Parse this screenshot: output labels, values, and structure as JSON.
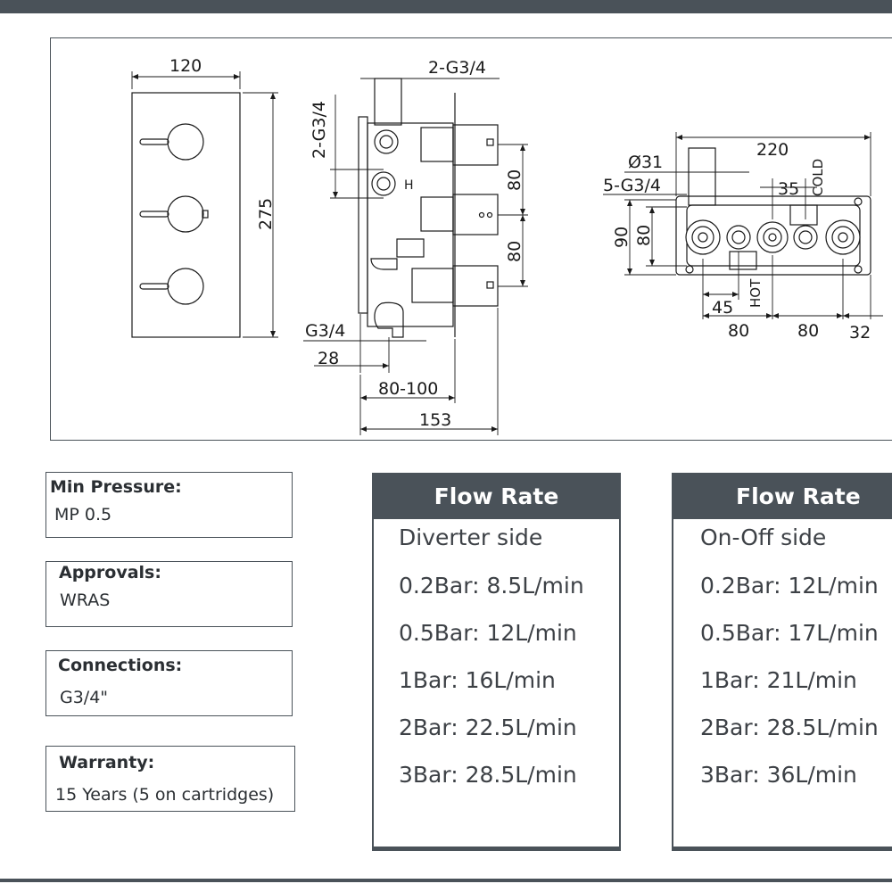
{
  "drawing": {
    "front_view": {
      "width_dim": "120",
      "height_dim": "275"
    },
    "side_view": {
      "top_connection": "2-G3/4",
      "side_connection": "2-G3/4",
      "spacing_upper": "80",
      "spacing_lower": "80",
      "bottom_connection": "G3/4",
      "outlet_offset": "28",
      "depth_range": "80-100",
      "overall_depth": "153"
    },
    "rear_view": {
      "overall_width": "220",
      "pipe_diameter": "Ø31",
      "connections": "5-G3/4",
      "inner_spacing": "35",
      "cold_label": "COLD",
      "hot_label": "HOT",
      "height_outer": "90",
      "height_inner": "80",
      "offset_left": "45",
      "spacing_1": "80",
      "spacing_2": "80",
      "offset_right": "32"
    }
  },
  "specs": [
    {
      "label": "Min Pressure:",
      "value": "MP 0.5"
    },
    {
      "label": "Approvals:",
      "value": "WRAS"
    },
    {
      "label": "Connections:",
      "value": "G3/4\""
    },
    {
      "label": "Warranty:",
      "value": "15 Years (5 on cartridges)"
    }
  ],
  "flow_tables": [
    {
      "title": "Flow Rate",
      "subtitle": "Diverter side",
      "rows": [
        "0.2Bar: 8.5L/min",
        "0.5Bar: 12L/min",
        "1Bar: 16L/min",
        "2Bar: 22.5L/min",
        "3Bar: 28.5L/min"
      ]
    },
    {
      "title": "Flow Rate",
      "subtitle": "On-Off side",
      "rows": [
        "0.2Bar: 12L/min",
        "0.5Bar: 17L/min",
        "1Bar: 21L/min",
        "2Bar: 28.5L/min",
        "3Bar: 36L/min"
      ]
    }
  ],
  "colors": {
    "accent": "#4a5259",
    "text": "#2b2f33"
  }
}
